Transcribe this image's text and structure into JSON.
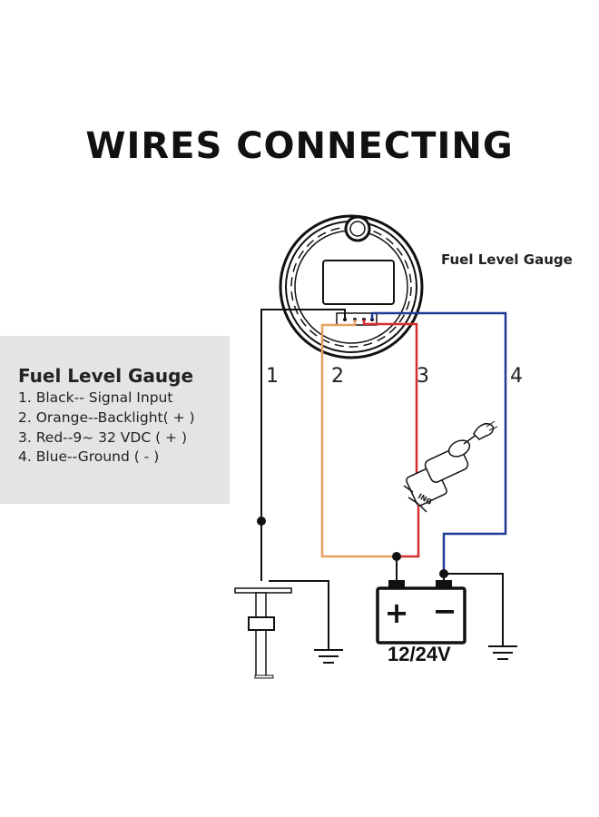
{
  "title": "WIRES  CONNECTING",
  "gauge_label": "Fuel Level Gauge",
  "legend": {
    "title": "Fuel Level Gauge",
    "lines": [
      "1. Black-- Signal Input",
      "2. Orange--Backlight( + )",
      "3. Red--9~ 32 VDC ( + )",
      "4. Blue--Ground ( - )"
    ]
  },
  "wire_numbers": [
    "1",
    "2",
    "3",
    "4"
  ],
  "battery": {
    "voltage_label": "12/24V",
    "plus_symbol": "+",
    "minus_symbol": "−"
  },
  "ignition_label": "ING",
  "colors": {
    "black_wire": "#111111",
    "orange_wire": "#e8a060",
    "red_wire": "#d32f2f",
    "blue_wire": "#1f3a93",
    "legend_background": "#e4e4e4"
  }
}
